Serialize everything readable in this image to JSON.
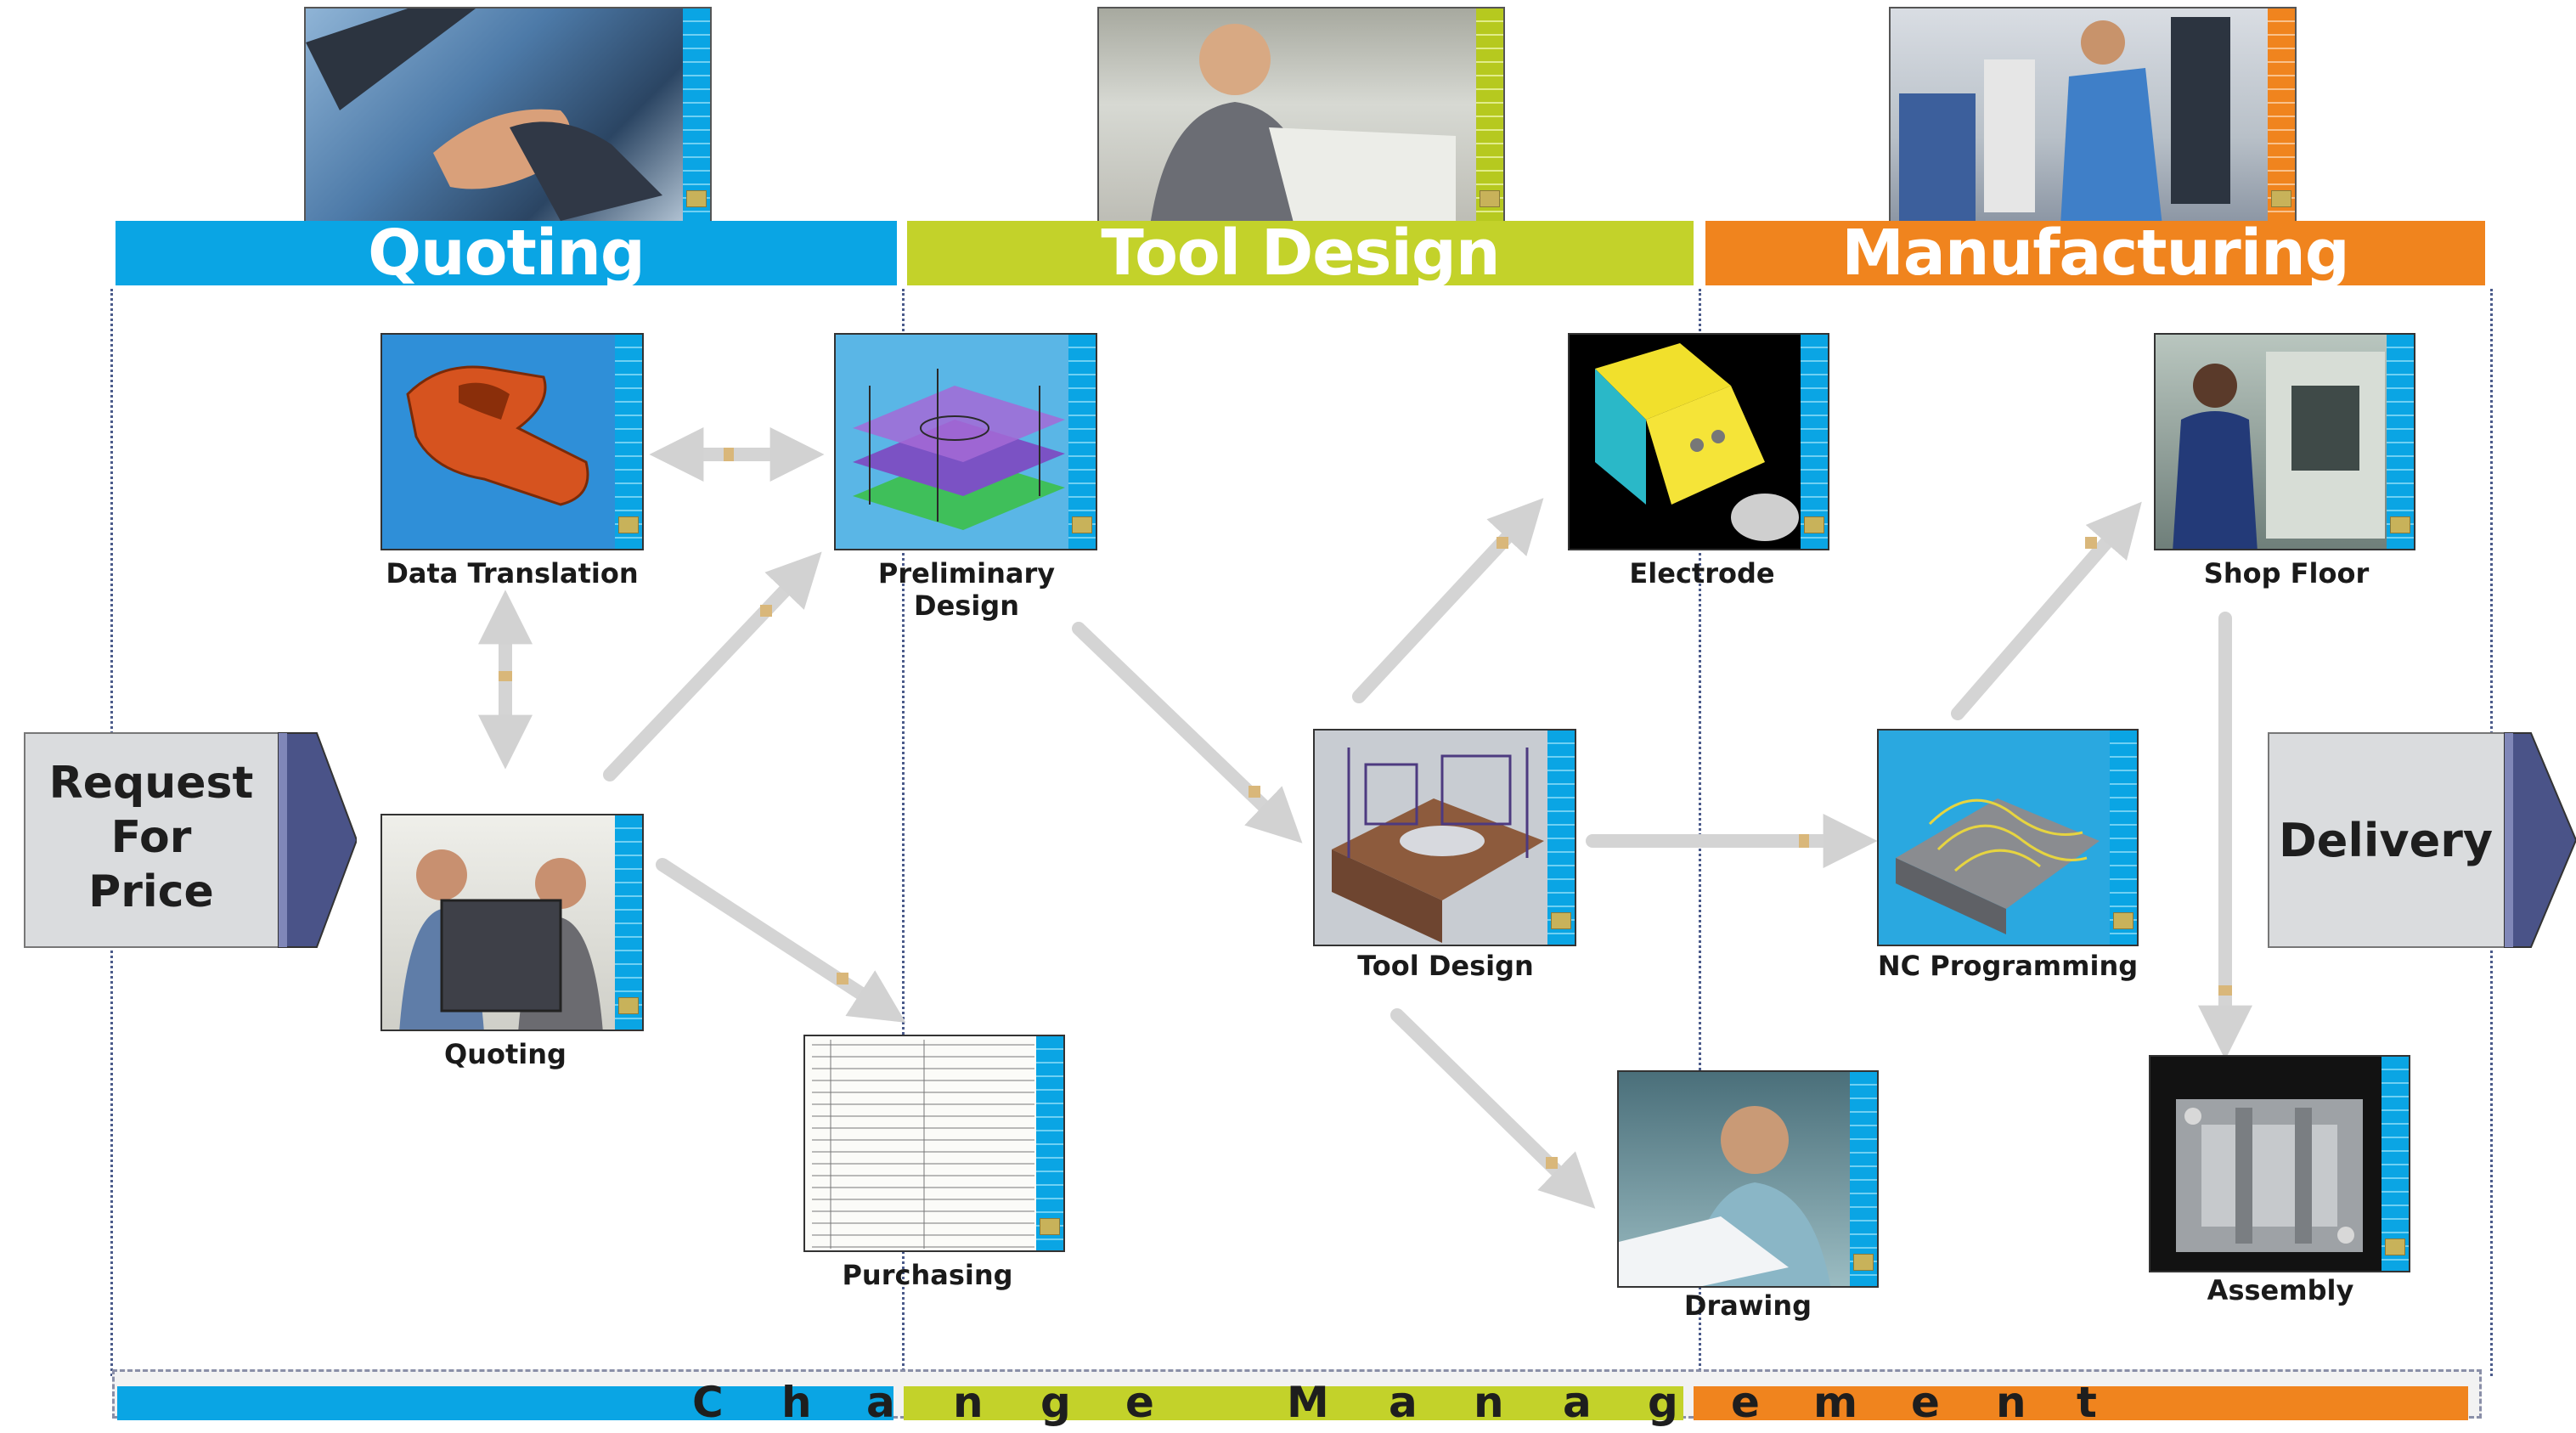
{
  "phases": {
    "quoting": "Quoting",
    "tool_design": "Tool Design",
    "manufacturing": "Manufacturing"
  },
  "colors": {
    "quoting": "#0aa5e4",
    "tool_design": "#c3d22a",
    "manufacturing": "#f0841e",
    "arrow": "#d4d4d4"
  },
  "start": {
    "line1": "Request",
    "line2": "For",
    "line3": "Price"
  },
  "end": {
    "label": "Delivery"
  },
  "nodes": {
    "data_translation": "Data Translation",
    "preliminary_design": "Preliminary Design",
    "quoting": "Quoting",
    "purchasing": "Purchasing",
    "tool_design": "Tool Design",
    "electrode": "Electrode",
    "drawing": "Drawing",
    "nc_programming": "NC Programming",
    "shop_floor": "Shop Floor",
    "assembly": "Assembly"
  },
  "change_management": [
    "C",
    "h",
    "a",
    "n",
    "g",
    "e",
    "M",
    "a",
    "n",
    "a",
    "g",
    "e",
    "m",
    "e",
    "n",
    "t"
  ]
}
